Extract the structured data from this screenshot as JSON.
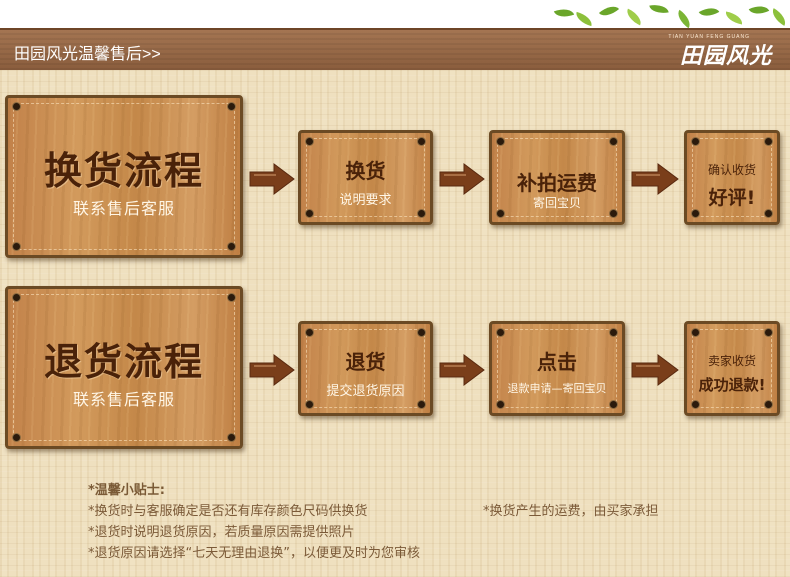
{
  "header": {
    "title": "田园风光温馨售后>>",
    "logo_text": "田园风光",
    "logo_sub": "TIAN YUAN FENG GUANG"
  },
  "exchange": {
    "main_title": "换货流程",
    "main_sub": "联系售后客服",
    "steps": [
      {
        "title": "换货",
        "sub": "说明要求"
      },
      {
        "title": "补拍运费",
        "sub": "寄回宝贝"
      },
      {
        "title": "好评!",
        "sub": "确认收货"
      }
    ]
  },
  "return": {
    "main_title": "退货流程",
    "main_sub": "联系售后客服",
    "steps": [
      {
        "title": "退货",
        "sub": "提交退货原因"
      },
      {
        "title": "点击",
        "sub": "退款申请—寄回宝贝"
      },
      {
        "title": "成功退款!",
        "sub": "卖家收货"
      }
    ]
  },
  "tips": {
    "title": "*温馨小贴士:",
    "lines": [
      "*换货时与客服确定是否还有库存颜色尺码供换货",
      "*退货时说明退货原因，若质量原因需提供照片",
      "*退货原因请选择“七天无理由退换”，以便更及时为您审核"
    ],
    "extra": "*换货产生的运费，由买家承担"
  },
  "colors": {
    "header_bg": "#96673f",
    "board_text": "#4a2209",
    "tips_text": "#7b5a38",
    "arrow": "#7a3e1a"
  }
}
